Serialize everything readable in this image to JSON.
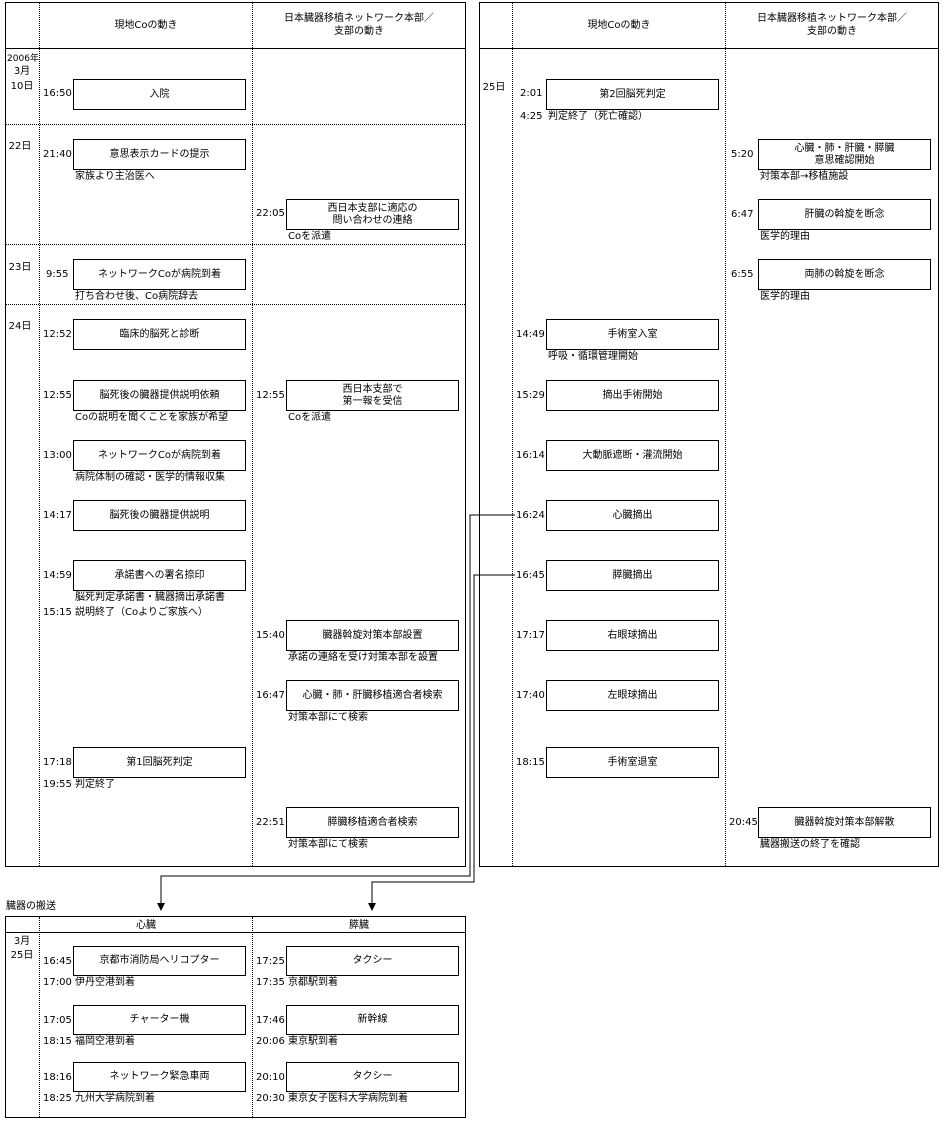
{
  "left_panel": {
    "header_local": "現地Coの動き",
    "header_network": "日本臓器移植ネットワーク本部／\n支部の動き",
    "dates": {
      "d10_year": "2006年",
      "d10_month": "3月",
      "d10_day": "10日",
      "d22": "22日",
      "d23": "23日",
      "d24": "24日"
    },
    "events": {
      "e1": {
        "time": "16:50",
        "label": "入院"
      },
      "e2": {
        "time": "21:40",
        "label": "意思表示カードの提示",
        "note": "家族より主治医へ"
      },
      "e3": {
        "time": "22:05",
        "label": "西日本支部に適応の\n問い合わせの連絡",
        "note": "Coを派遣"
      },
      "e4": {
        "time": "9:55",
        "label": "ネットワークCoが病院到着",
        "note": "打ち合わせ後、Co病院辞去"
      },
      "e5": {
        "time": "12:52",
        "label": "臨床的脳死と診断"
      },
      "e6": {
        "time": "12:55",
        "label": "脳死後の臓器提供説明依頼",
        "note": "Coの説明を聞くことを家族が希望"
      },
      "e7": {
        "time": "12:55",
        "label": "西日本支部で\n第一報を受信",
        "note": "Coを派遣"
      },
      "e8": {
        "time": "13:00",
        "label": "ネットワークCoが病院到着",
        "note": "病院体制の確認・医学的情報収集"
      },
      "e9": {
        "time": "14:17",
        "label": "脳死後の臓器提供説明"
      },
      "e10": {
        "time": "14:59",
        "label": "承諾書への署名捺印",
        "note": "脳死判定承諾書・臓器摘出承諾書",
        "time2": "15:15",
        "note2": "説明終了（Coよりご家族へ）"
      },
      "e11": {
        "time": "15:40",
        "label": "臓器斡旋対策本部設置",
        "note": "承諾の連絡を受け対策本部を設置"
      },
      "e12": {
        "time": "16:47",
        "label": "心臓・肺・肝臓移植適合者検索",
        "note": "対策本部にて検索"
      },
      "e13": {
        "time": "17:18",
        "label": "第1回脳死判定",
        "time2": "19:55",
        "note2": "判定終了"
      },
      "e14": {
        "time": "22:51",
        "label": "膵臓移植適合者検索",
        "note": "対策本部にて検索"
      }
    }
  },
  "right_panel": {
    "header_local": "現地Coの動き",
    "header_network": "日本臓器移植ネットワーク本部／\n支部の動き",
    "date": "25日",
    "events": {
      "r1": {
        "time": "2:01",
        "label": "第2回脳死判定",
        "time2": "4:25",
        "note2": "判定終了（死亡確認）"
      },
      "r2": {
        "time": "5:20",
        "label": "心臓・肺・肝臓・膵臓\n意思確認開始",
        "note": "対策本部→移植施設"
      },
      "r3": {
        "time": "6:47",
        "label": "肝臓の斡旋を断念",
        "note": "医学的理由"
      },
      "r4": {
        "time": "6:55",
        "label": "両肺の斡旋を断念",
        "note": "医学的理由"
      },
      "r5": {
        "time": "14:49",
        "label": "手術室入室",
        "note": "呼吸・循環管理開始"
      },
      "r6": {
        "time": "15:29",
        "label": "摘出手術開始"
      },
      "r7": {
        "time": "16:14",
        "label": "大動脈遮断・灌流開始"
      },
      "r8": {
        "time": "16:24",
        "label": "心臓摘出"
      },
      "r9": {
        "time": "16:45",
        "label": "膵臓摘出"
      },
      "r10": {
        "time": "17:17",
        "label": "右眼球摘出"
      },
      "r11": {
        "time": "17:40",
        "label": "左眼球摘出"
      },
      "r12": {
        "time": "18:15",
        "label": "手術室退室"
      },
      "r13": {
        "time": "20:45",
        "label": "臓器斡旋対策本部解散",
        "note": "臓器搬送の終了を確認"
      }
    }
  },
  "transport": {
    "title": "臓器の搬送",
    "header_heart": "心臓",
    "header_pancreas": "膵臓",
    "date_month": "3月",
    "date_day": "25日",
    "heart": {
      "h1": {
        "time": "16:45",
        "label": "京都市消防局ヘリコプター",
        "time2": "17:00",
        "note2": "伊丹空港到着"
      },
      "h2": {
        "time": "17:05",
        "label": "チャーター機",
        "time2": "18:15",
        "note2": "福岡空港到着"
      },
      "h3": {
        "time": "18:16",
        "label": "ネットワーク緊急車両",
        "time2": "18:25",
        "note2": "九州大学病院到着"
      }
    },
    "pancreas": {
      "p1": {
        "time": "17:25",
        "label": "タクシー",
        "time2": "17:35",
        "note2": "京都駅到着"
      },
      "p2": {
        "time": "17:46",
        "label": "新幹線",
        "time2": "20:06",
        "note2": "東京駅到着"
      },
      "p3": {
        "time": "20:10",
        "label": "タクシー",
        "time2": "20:30",
        "note2": "東京女子医科大学病院到着"
      }
    }
  }
}
